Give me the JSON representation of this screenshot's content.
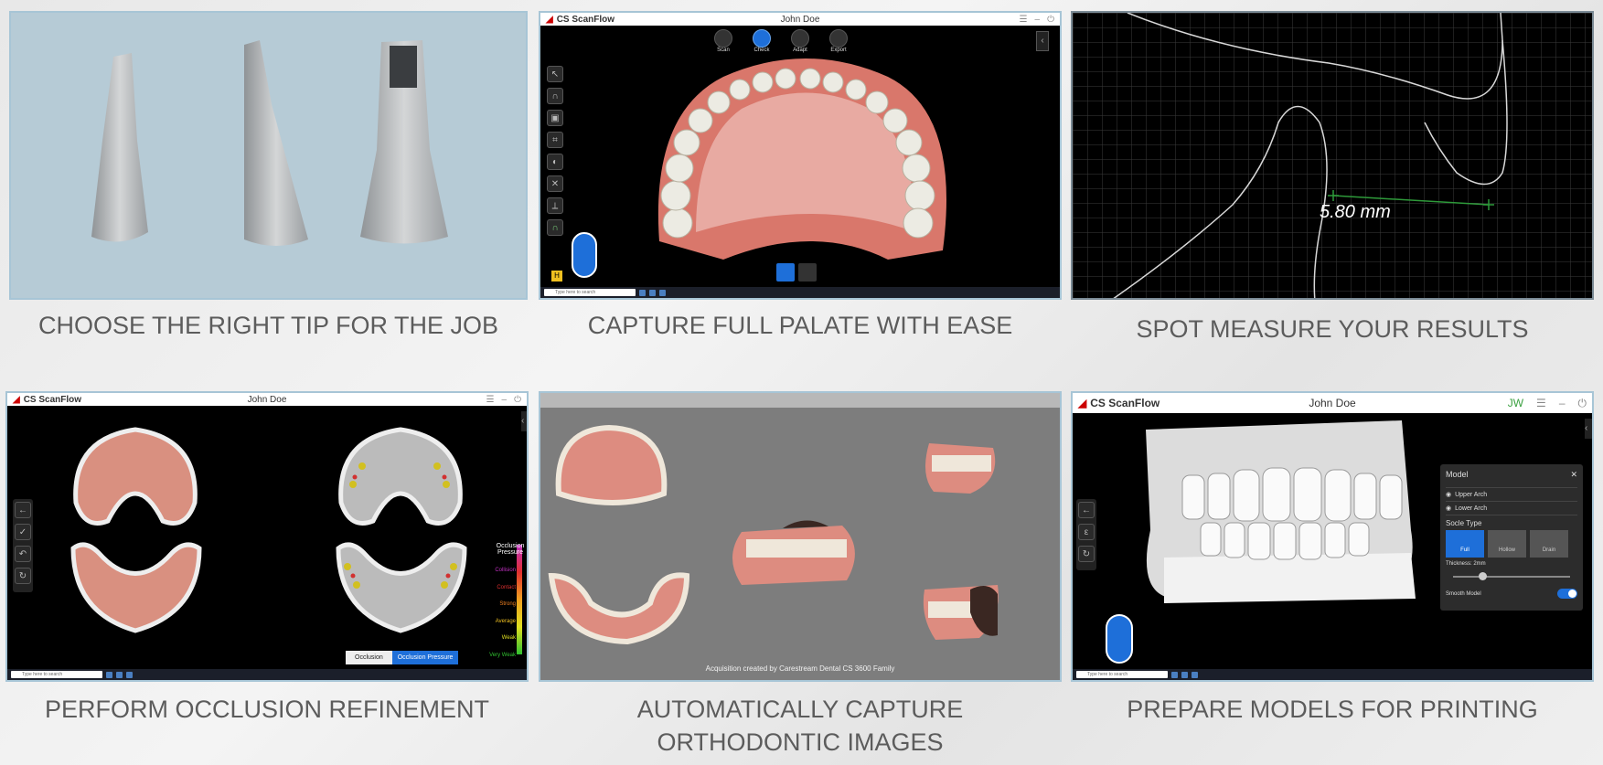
{
  "captions": {
    "c1": "CHOOSE THE RIGHT TIP FOR THE JOB",
    "c2": "CAPTURE FULL PALATE WITH EASE",
    "c3": "SPOT MEASURE YOUR RESULTS",
    "c4": "PERFORM OCCLUSION REFINEMENT",
    "c5_line1": "AUTOMATICALLY CAPTURE",
    "c5_line2": "ORTHODONTIC IMAGES",
    "c6": "PREPARE MODELS FOR PRINTING"
  },
  "app": {
    "name": "CS ScanFlow",
    "patient": "John Doe",
    "user_initials": "JW",
    "taskbar_search": "Type here to search"
  },
  "scan_toolbar": {
    "steps": [
      "Scan",
      "Check",
      "Adapt",
      "Export"
    ]
  },
  "measure": {
    "value": "5.80  mm"
  },
  "occlusion": {
    "legend_title": "Occlusion Pressure",
    "legend_items": [
      "Collision",
      "Contact",
      "Strong",
      "Average",
      "Weak",
      "Very Weak"
    ],
    "toggle_left": "Occlusion",
    "toggle_right": "Occlusion Pressure"
  },
  "ortho": {
    "footer": "Acquisition created by Carestream Dental CS 3600 Family"
  },
  "model_panel": {
    "title": "Model",
    "upper": "Upper Arch",
    "lower": "Lower Arch",
    "socle_title": "Socle Type",
    "socle_types": [
      "Full",
      "Hollow",
      "Drain"
    ],
    "thickness": "Thickness: 2mm",
    "smooth": "Smooth Model"
  },
  "colors": {
    "accent_blue": "#1e6fd9",
    "measure_green": "#2e9a3a",
    "gum_pink": "#d9776b"
  }
}
